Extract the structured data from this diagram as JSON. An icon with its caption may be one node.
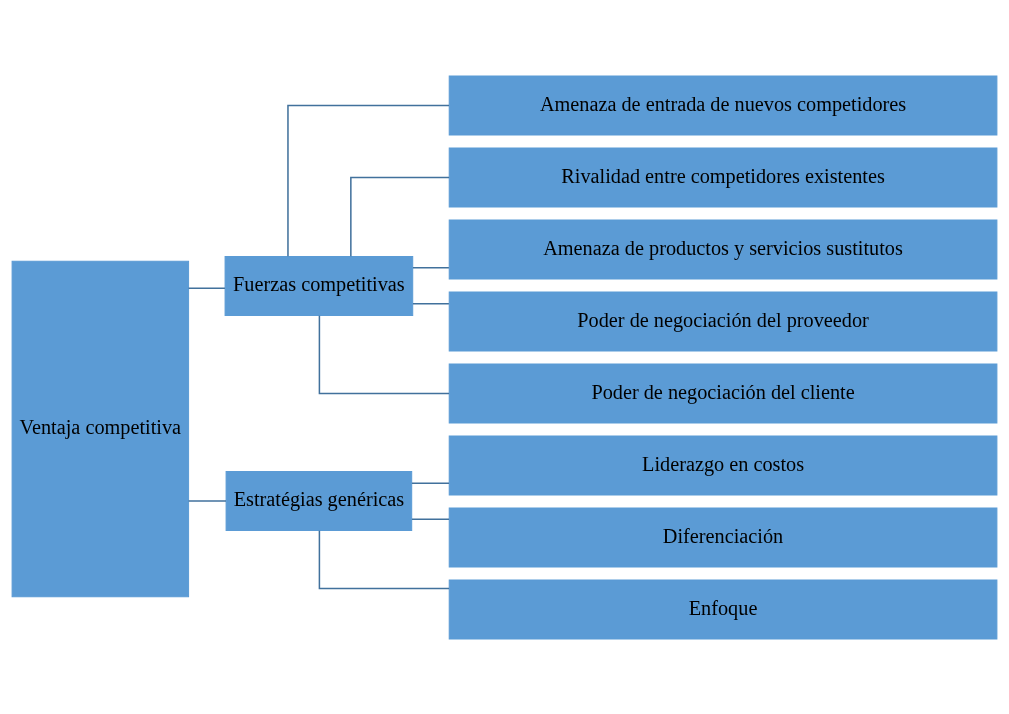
{
  "diagram": {
    "nodes": [
      {
        "text": [
          "Ventaja competitiva"
        ]
      },
      {
        "text": [
          "Fuerzas competitivas"
        ]
      },
      {
        "text": [
          "Estratégias genéricas"
        ]
      },
      {
        "text": [
          "Amenaza de entrada de nuevos competidores"
        ]
      },
      {
        "text": [
          "Rivalidad entre competidores existentes"
        ]
      },
      {
        "text": [
          "Amenaza de productos y servicios sustitutos"
        ]
      },
      {
        "text": [
          "Poder de negociación del proveedor"
        ]
      },
      {
        "text": [
          "Poder de negociación del cliente"
        ]
      },
      {
        "text": [
          "Liderazgo en costos"
        ]
      },
      {
        "text": [
          "Diferenciación"
        ]
      },
      {
        "text": [
          "Enfoque"
        ]
      }
    ],
    "edges": [
      {
        "from": 0,
        "to": 1,
        "arrow": "none"
      },
      {
        "from": 0,
        "to": 2,
        "arrow": "none"
      },
      {
        "from": 1,
        "to": 3,
        "arrow": "none"
      },
      {
        "from": 1,
        "to": 4,
        "arrow": "none"
      },
      {
        "from": 1,
        "to": 5,
        "arrow": "none"
      },
      {
        "from": 1,
        "to": 6,
        "arrow": "none"
      },
      {
        "from": 1,
        "to": 7,
        "arrow": "none"
      },
      {
        "from": 2,
        "to": 8,
        "arrow": "none"
      },
      {
        "from": 2,
        "to": 9,
        "arrow": "none"
      },
      {
        "from": 2,
        "to": 10,
        "arrow": "none"
      }
    ]
  }
}
